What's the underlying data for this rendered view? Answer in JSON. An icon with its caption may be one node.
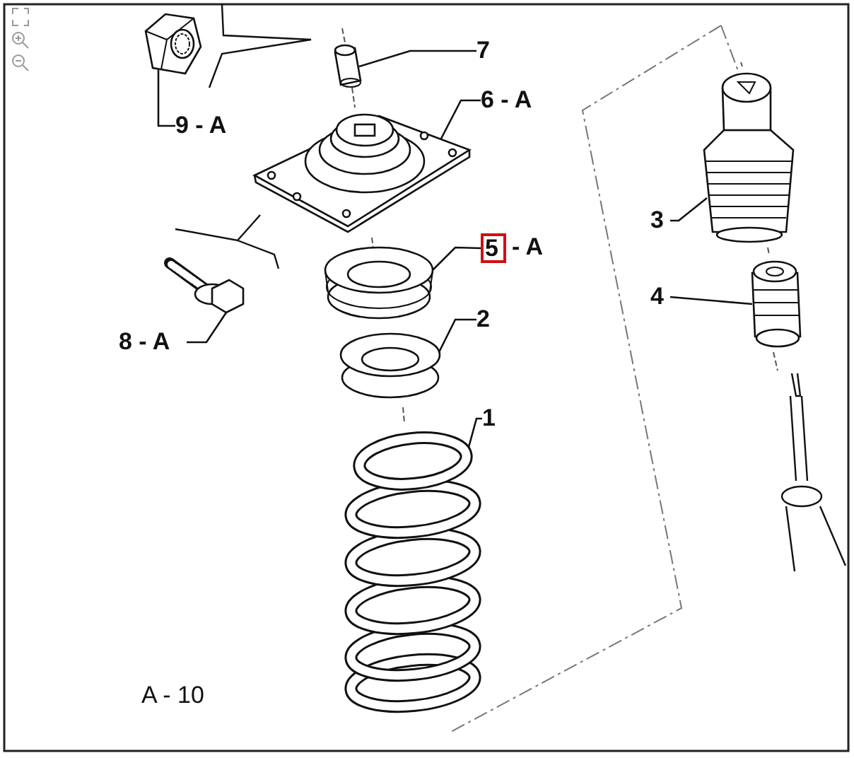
{
  "diagram": {
    "nodes": [
      {
        "text": [],
        "shape": "picture"
      },
      {
        "text": [
          "9 - A"
        ]
      },
      {
        "text": [],
        "shape": "picture"
      },
      {
        "text": [
          "7"
        ]
      },
      {
        "text": [],
        "shape": "picture"
      },
      {
        "text": [
          "6 - A"
        ]
      },
      {
        "text": [],
        "shape": "picture"
      },
      {
        "text": [
          "5"
        ],
        "beside": [
          "- A"
        ]
      },
      {
        "text": [],
        "shape": "picture"
      },
      {
        "text": [
          "8 - A"
        ]
      },
      {
        "text": [],
        "shape": "picture"
      },
      {
        "text": [
          "2"
        ]
      },
      {
        "text": [],
        "shape": "picture"
      },
      {
        "text": [
          "1"
        ]
      },
      {
        "text": [],
        "shape": "picture"
      },
      {
        "text": [
          "3"
        ]
      },
      {
        "text": [],
        "shape": "picture"
      },
      {
        "text": [
          "4"
        ]
      }
    ],
    "edges": [
      {
        "from": 1,
        "to": 0,
        "arrow": "none"
      },
      {
        "from": 3,
        "to": 2,
        "arrow": "none"
      },
      {
        "from": 5,
        "to": 4,
        "arrow": "none"
      },
      {
        "from": 7,
        "to": 6,
        "arrow": "none"
      },
      {
        "from": 9,
        "to": 8,
        "arrow": "none"
      },
      {
        "from": 11,
        "to": 10,
        "arrow": "none"
      },
      {
        "from": 13,
        "to": 12,
        "arrow": "none"
      },
      {
        "from": 15,
        "to": 14,
        "arrow": "none"
      },
      {
        "from": 17,
        "to": 16,
        "arrow": "none"
      }
    ],
    "labels": [
      "A - 10"
    ]
  }
}
